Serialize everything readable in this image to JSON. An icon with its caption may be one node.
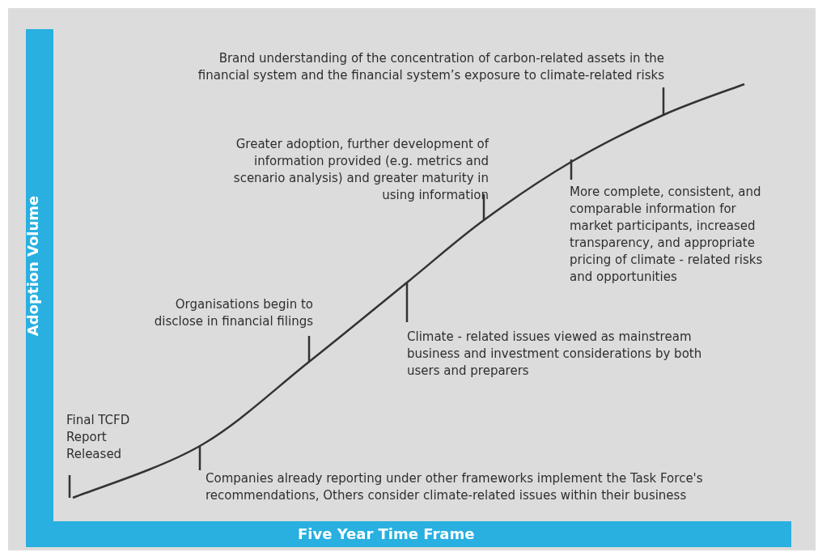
{
  "diagram": {
    "nodes": [
      {
        "text": [
          "Final TCFD Report Released"
        ]
      },
      {
        "text": [
          "Companies already reporting under other frameworks implement the Task Force's recommendations, Others consider climate-related issues within their business"
        ]
      },
      {
        "text": [
          "Organisations begin to disclose in financial filings"
        ]
      },
      {
        "text": [
          "Climate - related issues viewed as mainstream business and investment considerations by both users and preparers"
        ]
      },
      {
        "text": [
          "Greater adoption, further development of information provided (e.g. metrics and scenario analysis) and greater maturity in using information"
        ]
      },
      {
        "text": [
          "More complete, consistent, and comparable information for market participants, increased transparency, and appropriate pricing of climate - related risks and opportunities"
        ]
      },
      {
        "text": [
          "Brand understanding of the concentration of carbon-related assets in the financial system and the financial system’s exposure to climate-related risks"
        ]
      }
    ],
    "edges": [
      {
        "from": 0,
        "to": null,
        "arrow": "none"
      },
      {
        "from": 1,
        "to": null,
        "arrow": "none"
      },
      {
        "from": 2,
        "to": null,
        "arrow": "none"
      },
      {
        "from": 3,
        "to": null,
        "arrow": "none"
      },
      {
        "from": 4,
        "to": null,
        "arrow": "none"
      },
      {
        "from": 5,
        "to": null,
        "arrow": "none"
      },
      {
        "from": 6,
        "to": null,
        "arrow": "none"
      }
    ],
    "labels": [
      "Adoption Volume",
      "Five Year Time Frame"
    ]
  }
}
